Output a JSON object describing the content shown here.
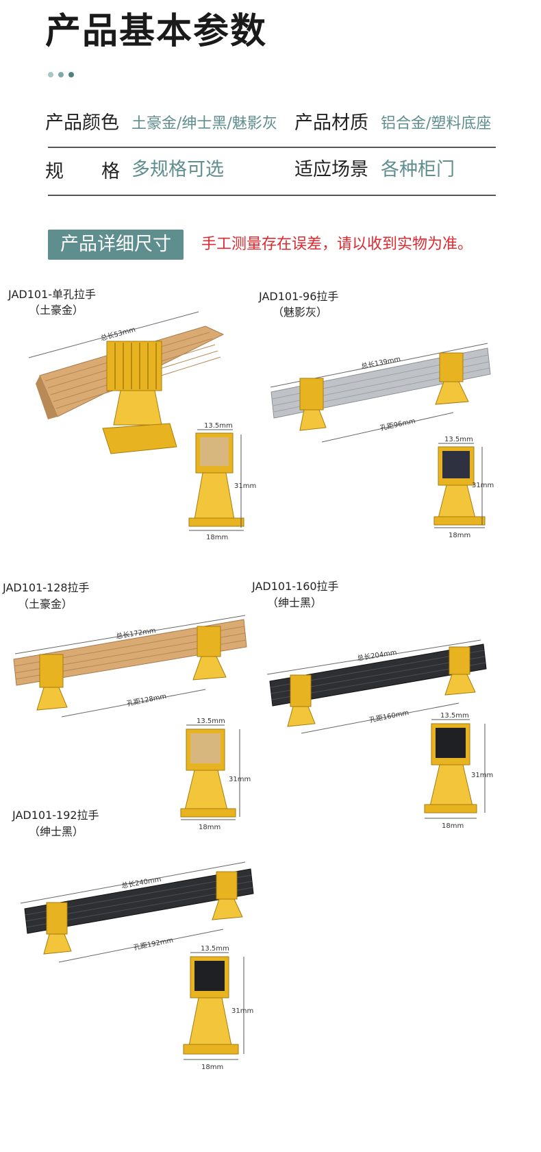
{
  "header": {
    "title": "产品基本参数",
    "dot_colors": [
      "#a9c6c6",
      "#7fa9a9",
      "#4f8080"
    ]
  },
  "specs": {
    "color_label": "产品颜色",
    "color_value": "土豪金/绅士黑/魅影灰",
    "material_label": "产品材质",
    "material_value": "铝合金/塑料底座",
    "size_label_1": "规",
    "size_label_2": "格",
    "size_value": "多规格可选",
    "scene_label": "适应场景",
    "scene_value": "各种柜门"
  },
  "detail": {
    "badge": "产品详细尺寸",
    "note": "手工测量存在误差，请以收到实物为准。"
  },
  "colors": {
    "accent": "#5f8e8e",
    "warning": "#e0292f",
    "gold": "#e8b321",
    "champagne": "#d7a86b",
    "silver": "#bfc3c8",
    "black": "#2d2f33"
  },
  "products": [
    {
      "model": "JAD101-单孔拉手",
      "color": "（土豪金）",
      "total_length": "总长53mm",
      "hole_distance": "",
      "width": "13.5mm",
      "height": "31mm",
      "base": "18mm"
    },
    {
      "model": "JAD101-96拉手",
      "color": "（魅影灰）",
      "total_length": "总长139mm",
      "hole_distance": "孔距96mm",
      "width": "13.5mm",
      "height": "31mm",
      "base": "18mm"
    },
    {
      "model": "JAD101-128拉手",
      "color": "（土豪金）",
      "total_length": "总长172mm",
      "hole_distance": "孔距128mm",
      "width": "13.5mm",
      "height": "31mm",
      "base": "18mm"
    },
    {
      "model": "JAD101-160拉手",
      "color": "（绅士黑）",
      "total_length": "总长204mm",
      "hole_distance": "孔距160mm",
      "width": "13.5mm",
      "height": "31mm",
      "base": "18mm"
    },
    {
      "model": "JAD101-192拉手",
      "color": "（绅士黑）",
      "total_length": "总长240mm",
      "hole_distance": "孔距192mm",
      "width": "13.5mm",
      "height": "31mm",
      "base": "18mm"
    }
  ]
}
